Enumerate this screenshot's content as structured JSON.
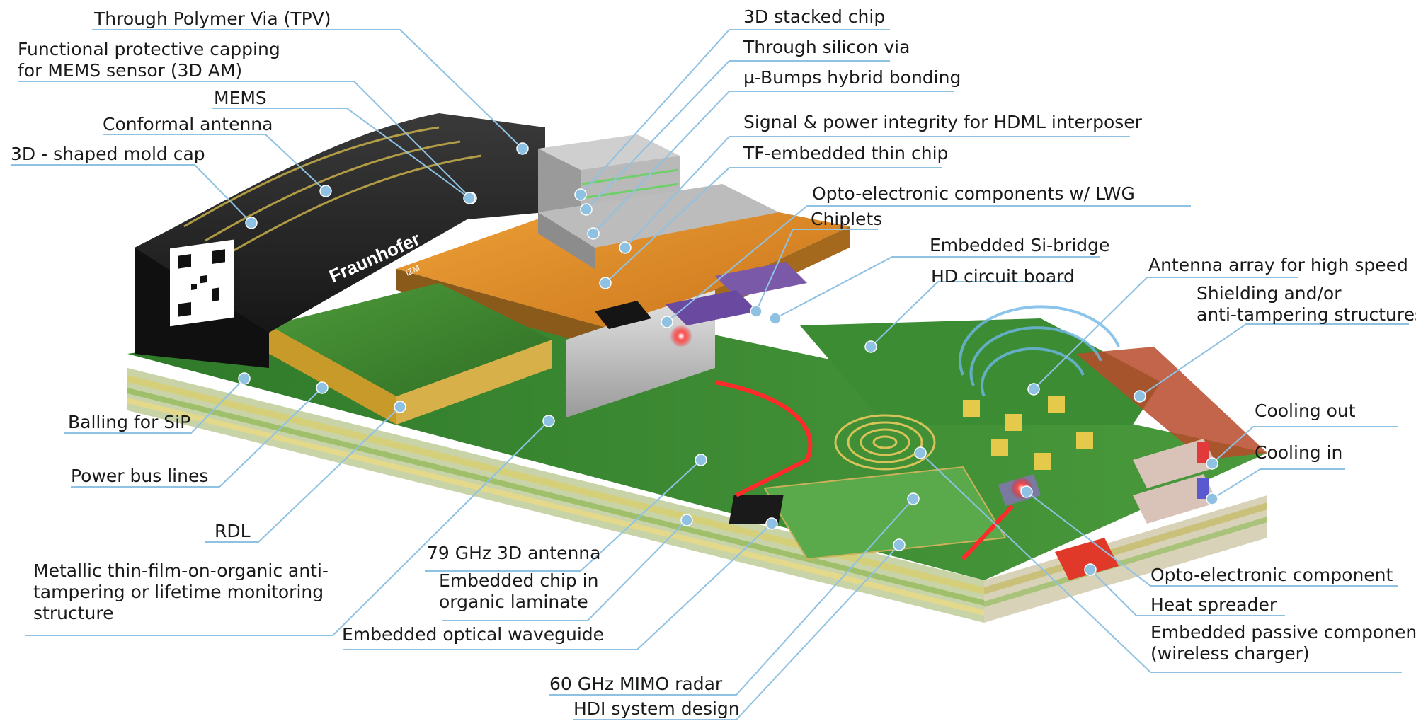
{
  "diagram": {
    "brand": {
      "name": "Fraunhofer",
      "sub": "IZM"
    },
    "labels": {
      "tpv": "Through Polymer Via (TPV)",
      "capping_1": "Functional protective capping",
      "capping_2": "for MEMS sensor (3D AM)",
      "mems": "MEMS",
      "conformal": "Conformal antenna",
      "mold_cap": "3D - shaped mold cap",
      "balling": "Balling for SiP",
      "power_bus": "Power bus lines",
      "rdl": "RDL",
      "metallic_1": "Metallic thin-film-on-organic anti-",
      "metallic_2": "tampering or lifetime monitoring",
      "metallic_3": "structure",
      "stacked": "3D stacked chip",
      "tsv": "Through silicon via",
      "bumps": "µ-Bumps hybrid bonding",
      "signal": "Signal & power integrity for HDML interposer",
      "tf": "TF-embedded thin chip",
      "opto_lwg": "Opto-electronic components w/ LWG",
      "chiplets": "Chiplets",
      "si_bridge": "Embedded Si-bridge",
      "hd_board": "HD circuit board",
      "antenna_array": "Antenna array for high speed",
      "shield_1": "Shielding and/or",
      "shield_2": "anti-tampering structures",
      "cool_out": "Cooling out",
      "cool_in": "Cooling in",
      "opto_comp": "Opto-electronic component",
      "heat": "Heat spreader",
      "passive_1": "Embedded passive component",
      "passive_2": "(wireless charger)",
      "ant79": "79 GHz 3D antenna",
      "emb_chip_1": "Embedded chip in",
      "emb_chip_2": "organic laminate",
      "waveguide": "Embedded optical waveguide",
      "radar": "60 GHz MIMO radar",
      "hdi": "HDI system design"
    }
  }
}
